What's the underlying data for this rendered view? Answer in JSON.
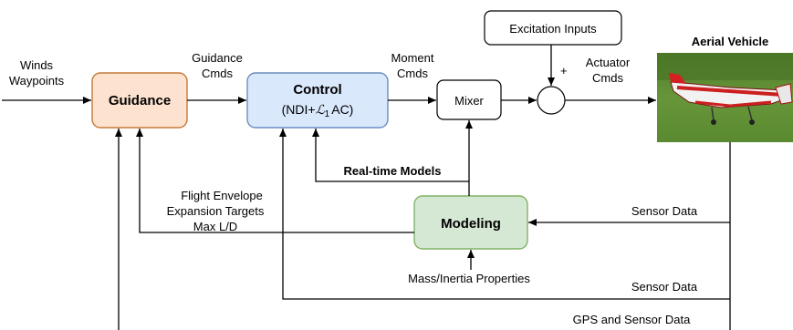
{
  "inputs": {
    "winds": "Winds",
    "waypoints": "Waypoints"
  },
  "guidance": {
    "label": "Guidance",
    "fill": "#fde3cf",
    "stroke": "#c47a3a"
  },
  "guidance_cmds": {
    "line1": "Guidance",
    "line2": "Cmds"
  },
  "control": {
    "title": "Control",
    "sub_prefix": "(NDI+",
    "sub_script_L": "ℒ",
    "sub_script_sub": "1",
    "sub_suffix": "AC)",
    "fill": "#dae8fc",
    "stroke": "#6c8ebf"
  },
  "moment_cmds": {
    "line1": "Moment",
    "line2": "Cmds"
  },
  "mixer": {
    "label": "Mixer"
  },
  "excitation": {
    "label": "Excitation Inputs"
  },
  "sum_sign": "+",
  "actuator_cmds": {
    "line1": "Actuator",
    "line2": "Cmds"
  },
  "vehicle": {
    "title": "Aerial Vehicle",
    "photo": "rc-airplane-photo"
  },
  "realtime_models": "Real-time Models",
  "modeling": {
    "label": "Modeling",
    "fill": "#d5e8d4",
    "stroke": "#82b366"
  },
  "flight_envelope": {
    "line1": "Flight Envelope",
    "line2": "Expansion Targets",
    "line3": "Max L/D"
  },
  "mass_inertia": "Mass/Inertia Properties",
  "sensor_data_1": "Sensor Data",
  "sensor_data_2": "Sensor Data",
  "gps_sensor_data": "GPS and Sensor Data"
}
